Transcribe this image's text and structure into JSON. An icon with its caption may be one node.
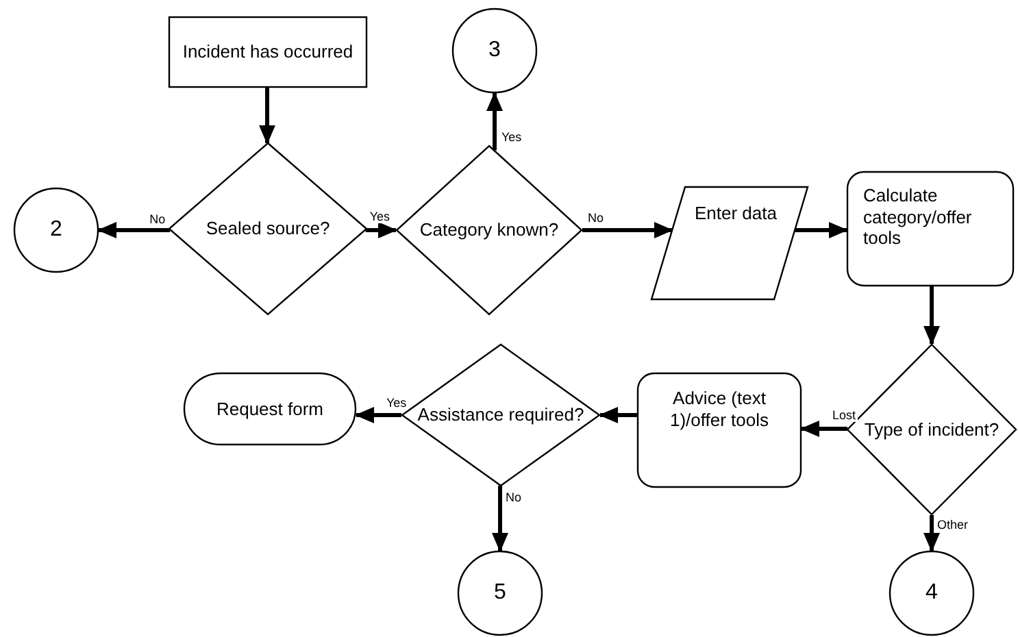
{
  "diagram": {
    "nodes": [
      {
        "text": [
          "Incident has occurred"
        ]
      },
      {
        "text": [
          "Sealed source?"
        ]
      },
      {
        "text": [
          "2"
        ]
      },
      {
        "text": [
          "Category known?"
        ]
      },
      {
        "text": [
          "3"
        ]
      },
      {
        "text": [
          "Enter data"
        ]
      },
      {
        "text": [
          "Calculate category/offer tools"
        ]
      },
      {
        "text": [
          "Type of incident?"
        ]
      },
      {
        "text": [
          "4"
        ]
      },
      {
        "text": [
          "Advice (text 1)/offer tools"
        ]
      },
      {
        "text": [
          "Assistance required?"
        ]
      },
      {
        "text": [
          "Request form"
        ]
      },
      {
        "text": [
          "5"
        ]
      }
    ],
    "edges": [
      {
        "from": 0,
        "to": 1,
        "arrow": "to"
      },
      {
        "from": 1,
        "to": 2,
        "arrow": "to",
        "label": "No"
      },
      {
        "from": 1,
        "to": 3,
        "arrow": "to",
        "label": "Yes"
      },
      {
        "from": 3,
        "to": 4,
        "arrow": "to",
        "label": "Yes"
      },
      {
        "from": 3,
        "to": 5,
        "arrow": "to",
        "label": "No"
      },
      {
        "from": 5,
        "to": 6,
        "arrow": "to"
      },
      {
        "from": 6,
        "to": 7,
        "arrow": "to"
      },
      {
        "from": 7,
        "to": 9,
        "arrow": "to",
        "label": "Lost"
      },
      {
        "from": 7,
        "to": 8,
        "arrow": "to",
        "label": "Other"
      },
      {
        "from": 9,
        "to": 10,
        "arrow": "to"
      },
      {
        "from": 10,
        "to": 11,
        "arrow": "to",
        "label": "Yes"
      },
      {
        "from": 10,
        "to": 12,
        "arrow": "to",
        "label": "No"
      }
    ]
  }
}
